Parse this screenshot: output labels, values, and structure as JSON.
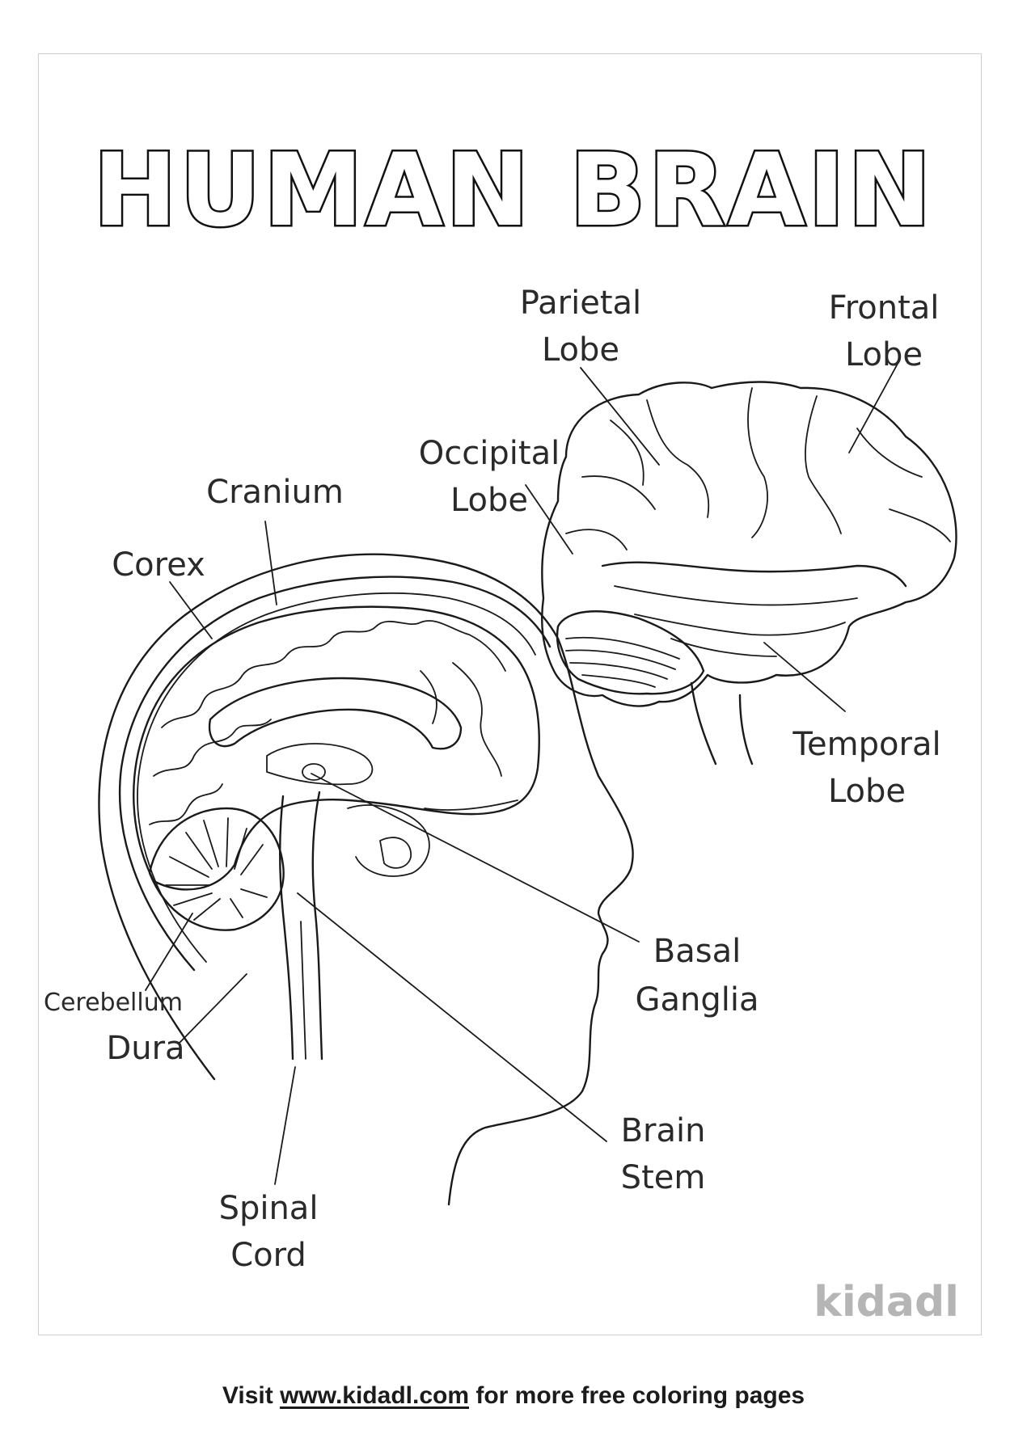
{
  "title": "HUMAN BRAIN",
  "labels": {
    "parietal": [
      "Parietal",
      "Lobe"
    ],
    "frontal": [
      "Frontal",
      "Lobe"
    ],
    "occipital": [
      "Occipital",
      "Lobe"
    ],
    "cranium": "Cranium",
    "corex": "Corex",
    "temporal": [
      "Temporal",
      "Lobe"
    ],
    "basal": [
      "Basal",
      "Ganglia"
    ],
    "cerebellum": "Cerebellum",
    "dura": "Dura",
    "brainstem": [
      "Brain",
      "Stem"
    ],
    "spinal": [
      "Spinal",
      "Cord"
    ]
  },
  "logo": "kidadl",
  "footer": {
    "prefix": "Visit ",
    "link": "www.kidadl.com",
    "suffix": " for more free coloring pages"
  }
}
